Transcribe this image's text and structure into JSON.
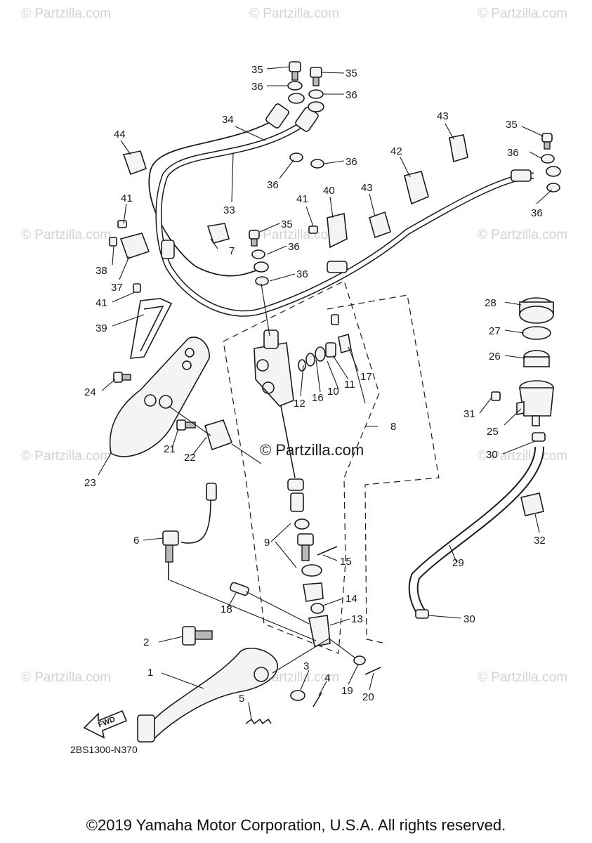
{
  "watermark": "© Partzilla.com",
  "center_watermark": "© Partzilla.com",
  "diagram_code": "2BS1300-N370",
  "fwd_label": "FWD",
  "copyright": "©2019 Yamaha Motor Corporation, U.S.A. All rights reserved.",
  "callouts": [
    "1",
    "2",
    "3",
    "4",
    "5",
    "6",
    "7",
    "8",
    "9",
    "10",
    "11",
    "12",
    "13",
    "14",
    "15",
    "16",
    "17",
    "18",
    "19",
    "20",
    "21",
    "22",
    "23",
    "24",
    "25",
    "26",
    "27",
    "28",
    "29",
    "30",
    "31",
    "32",
    "33",
    "34",
    "35",
    "36",
    "37",
    "38",
    "39",
    "40",
    "41",
    "42",
    "43",
    "44"
  ],
  "colors": {
    "line": "#1a1a1a",
    "watermark": "#d2d2d2",
    "background": "#ffffff"
  }
}
